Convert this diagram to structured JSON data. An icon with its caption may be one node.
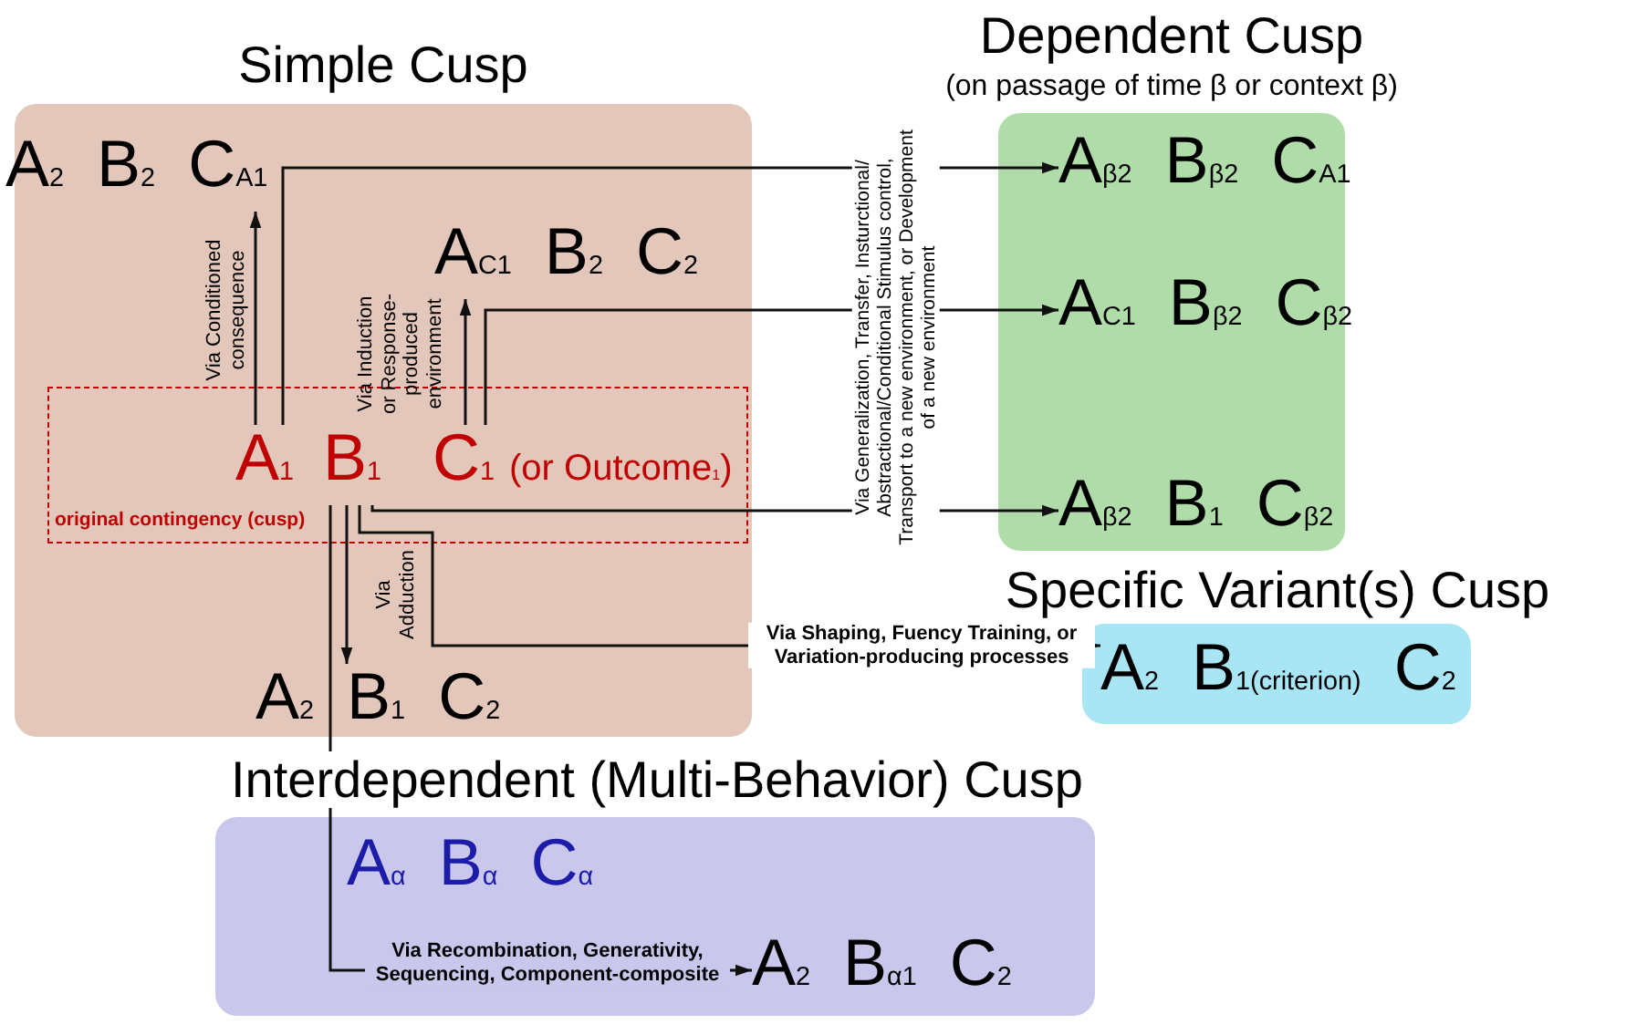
{
  "diagram": {
    "nodes": [
      {
        "text": [
          "Simple Cusp"
        ]
      },
      {
        "text": [
          "A$_{2}$ B$_{2}$ C$_{A1}$"
        ],
        "in": 0
      },
      {
        "text": [
          "A$_{C1}$ B$_{2}$ C$_{2}$"
        ],
        "in": 0
      },
      {
        "text": [
          "original contingency (cusp)"
        ],
        "in": 0
      },
      {
        "text": [
          "A$_{1}$"
        ],
        "in": 3
      },
      {
        "text": [
          "B$_{1}$"
        ],
        "in": 3
      },
      {
        "text": [
          "C$_{1}$",
          "(or Outcome$_{1}$)"
        ],
        "in": 3
      },
      {
        "text": [
          "A$_{2}$ B$_{1}$ C$_{2}$"
        ],
        "in": 0
      },
      {
        "text": [
          "Dependent Cusp",
          "(on passage of time β or context β)"
        ]
      },
      {
        "text": [
          "A$_{β2}$ B$_{β2}$ C$_{A1}$"
        ],
        "in": 8
      },
      {
        "text": [
          "A$_{C1}$ B$_{β2}$ C$_{β2}$"
        ],
        "in": 8
      },
      {
        "text": [
          "A$_{β2}$ B$_{1}$ C$_{β2}$"
        ],
        "in": 8
      },
      {
        "text": [
          "Specific Variant(s) Cusp"
        ]
      },
      {
        "text": [
          "A$_{2}$ B$_{1(criterion)}$ C$_{2}$"
        ],
        "in": 12
      },
      {
        "text": [
          "Interdependent (Multi-Behavior) Cusp",
          "A$_{α}$ B$_{α}$ C$_{α}$"
        ]
      },
      {
        "text": [
          "A$_{2}$ B$_{α1}$ C$_{2}$"
        ],
        "in": 14
      }
    ],
    "edges": [
      {
        "from": 4,
        "to": 1,
        "arrow": "to",
        "label": "Via Conditioned consequence"
      },
      {
        "from": 4,
        "to": 9,
        "arrow": "to"
      },
      {
        "from": 6,
        "to": 2,
        "arrow": "to",
        "label": "Via Induction or Response-produced environment"
      },
      {
        "from": 6,
        "to": 10,
        "arrow": "to",
        "label": "Via Generalization, Transfer, Insturctional/ Abstractional/Conditional Stimulus control, Transport to a new environment, or Development of a new environment"
      },
      {
        "from": 5,
        "to": 11,
        "arrow": "to"
      },
      {
        "from": 5,
        "to": 7,
        "arrow": "to",
        "label": "Via Adduction"
      },
      {
        "from": 5,
        "to": 13,
        "arrow": "to",
        "label": "Via Shaping, Fuency Training, or Variation-producing processes"
      },
      {
        "from": 5,
        "to": 15,
        "arrow": "to",
        "label": "Via Recombination, Generativity, Sequencing, Component-composite"
      }
    ]
  }
}
